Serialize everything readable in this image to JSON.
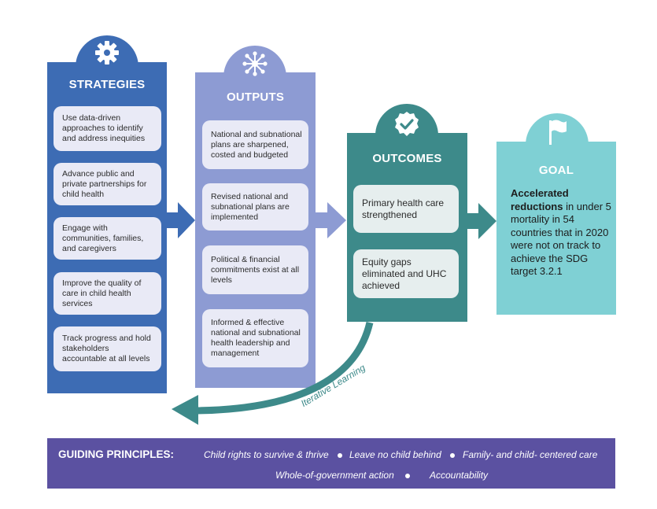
{
  "colors": {
    "strategies": "#3d6cb4",
    "outputs": "#8d9bd3",
    "outcomes": "#3d8a8a",
    "goal": "#7fd0d4",
    "principles": "#5b51a1",
    "card": "#e9eaf6"
  },
  "strategies": {
    "title": "STRATEGIES",
    "icon": "gear-icon",
    "items": [
      "Use data-driven approaches to identify and address inequities",
      "Advance public and private partnerships for child health",
      "Engage with communities, families, and caregivers",
      "Improve the quality of care in child health services",
      "Track progress and hold stakeholders accountable at all levels"
    ]
  },
  "outputs": {
    "title": "OUTPUTS",
    "icon": "network-icon",
    "items": [
      "National and subnational plans are sharpened, costed and budgeted",
      "Revised national and subnational plans are implemented",
      "Political & financial commitments exist at all levels",
      "Informed & effective national and subnational health leadership and management"
    ]
  },
  "outcomes": {
    "title": "OUTCOMES",
    "icon": "checkmark-badge-icon",
    "items": [
      "Primary health care strengthened",
      "Equity gaps eliminated and UHC achieved"
    ]
  },
  "goal": {
    "title": "GOAL",
    "icon": "flag-icon",
    "bold": "Accelerated reductions",
    "rest": " in under 5 mortality in 54 countries that in 2020 were not on track to achieve the SDG target 3.2.1"
  },
  "loop_label": "Iterative Learning",
  "principles": {
    "title": "GUIDING PRINCIPLES:",
    "row1": [
      "Child rights to survive & thrive",
      "Leave no child behind",
      "Family- and child- centered care"
    ],
    "row2": [
      "Whole-of-government action",
      "Accountability"
    ]
  }
}
